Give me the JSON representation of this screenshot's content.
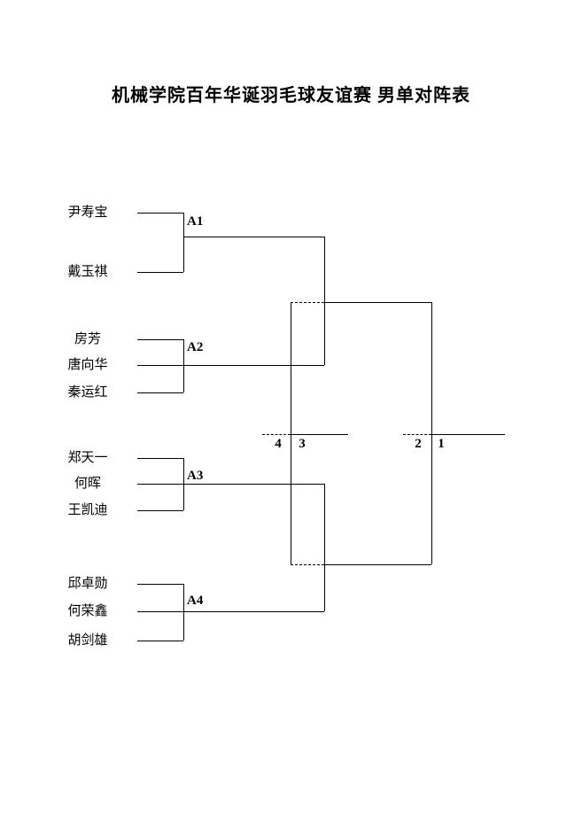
{
  "page": {
    "title": "机械学院百年华诞羽毛球友谊赛 男单对阵表"
  },
  "bracket": {
    "groups": [
      {
        "label": "A1",
        "players": [
          "尹寿宝",
          "戴玉祺"
        ]
      },
      {
        "label": "A2",
        "players": [
          "房芳",
          "唐向华",
          "秦运红"
        ]
      },
      {
        "label": "A3",
        "players": [
          "郑天一",
          "何晖",
          "王凯迪"
        ]
      },
      {
        "label": "A4",
        "players": [
          "邱卓勋",
          "何荣鑫",
          "胡剑雄"
        ]
      }
    ],
    "placements": [
      "4",
      "3",
      "2",
      "1"
    ]
  }
}
